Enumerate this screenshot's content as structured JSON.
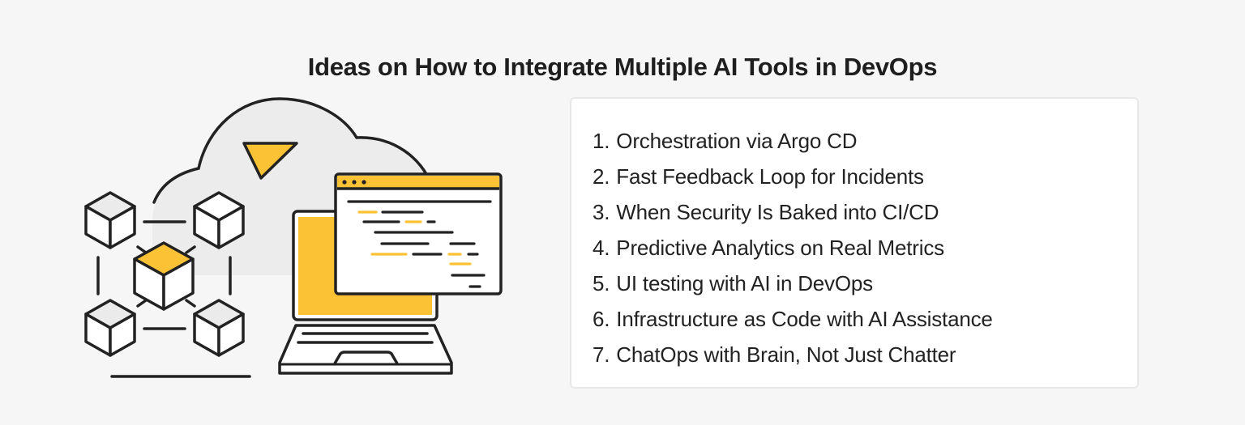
{
  "title": "Ideas on How to Integrate Multiple AI Tools in DevOps",
  "colors": {
    "background": "#f6f6f6",
    "accent": "#fcc236",
    "stroke": "#222222",
    "cloud": "#ececec",
    "card": "#ffffff"
  },
  "illustration": {
    "elements": [
      "cloud",
      "cursor-arrow",
      "cube-network",
      "laptop",
      "code-window"
    ],
    "icons": [
      "cloud-icon",
      "cursor-icon",
      "cube-icon",
      "laptop-icon",
      "code-window-icon"
    ]
  },
  "list": {
    "items": [
      {
        "num": "1.",
        "label": "Orchestration via Argo CD"
      },
      {
        "num": "2.",
        "label": "Fast Feedback Loop for Incidents"
      },
      {
        "num": "3.",
        "label": "When Security Is Baked into CI/CD"
      },
      {
        "num": "4.",
        "label": "Predictive Analytics on Real Metrics"
      },
      {
        "num": "5.",
        "label": "UI testing with AI in DevOps"
      },
      {
        "num": "6.",
        "label": "Infrastructure as Code with AI Assistance"
      },
      {
        "num": "7.",
        "label": "ChatOps with Brain, Not Just Chatter"
      }
    ]
  }
}
